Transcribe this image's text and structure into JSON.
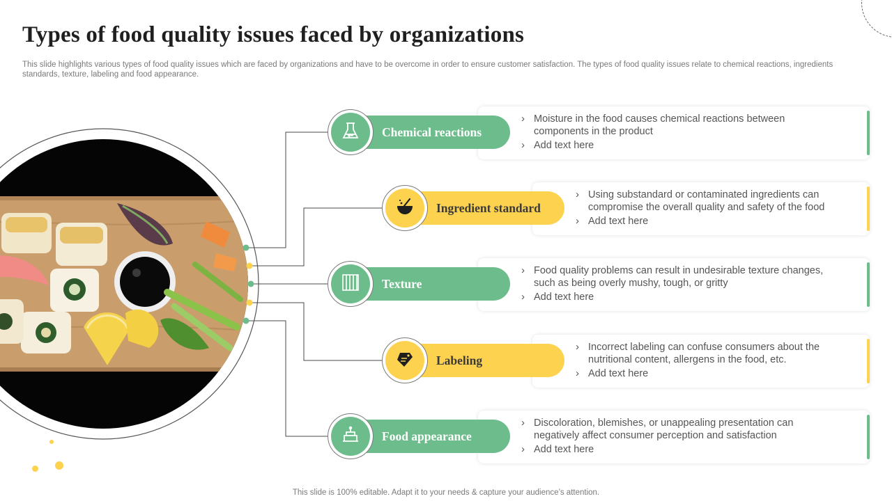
{
  "title": "Types of food quality issues faced by organizations",
  "subtitle": "This slide highlights various types of food quality issues which are faced by organizations and have to be overcome in order to ensure customer satisfaction. The types of food quality issues relate to chemical reactions, ingredients standards, texture, labeling and food appearance.",
  "footer": "This slide is 100% editable. Adapt it to your needs & capture your audience’s attention.",
  "colors": {
    "green": "#6dbd8c",
    "yellow": "#fcd24f",
    "title": "#1f1f1f"
  },
  "items": [
    {
      "label": "Chemical reactions",
      "icon": "chemistry-flask-icon",
      "color": "green",
      "bullets": [
        "Moisture in the food causes chemical reactions between components in the product",
        "Add text here"
      ]
    },
    {
      "label": "Ingredient standard",
      "icon": "mixing-bowl-icon",
      "color": "yellow",
      "bullets": [
        "Using substandard or contaminated ingredients can compromise the overall quality and safety of the food",
        "Add text here"
      ]
    },
    {
      "label": "Texture",
      "icon": "texture-grid-icon",
      "color": "green",
      "bullets": [
        "Food quality problems can result in undesirable texture changes, such as being overly mushy, tough, or gritty",
        "Add text here"
      ]
    },
    {
      "label": "Labeling",
      "icon": "label-box-icon",
      "color": "yellow",
      "bullets": [
        "Incorrect labeling can confuse consumers about the nutritional content, allergens in the food, etc.",
        "Add text here"
      ]
    },
    {
      "label": "Food appearance",
      "icon": "food-presentation-icon",
      "color": "green",
      "bullets": [
        "Discoloration, blemishes, or unappealing presentation can negatively affect consumer perception and satisfaction",
        "Add text here"
      ]
    }
  ]
}
